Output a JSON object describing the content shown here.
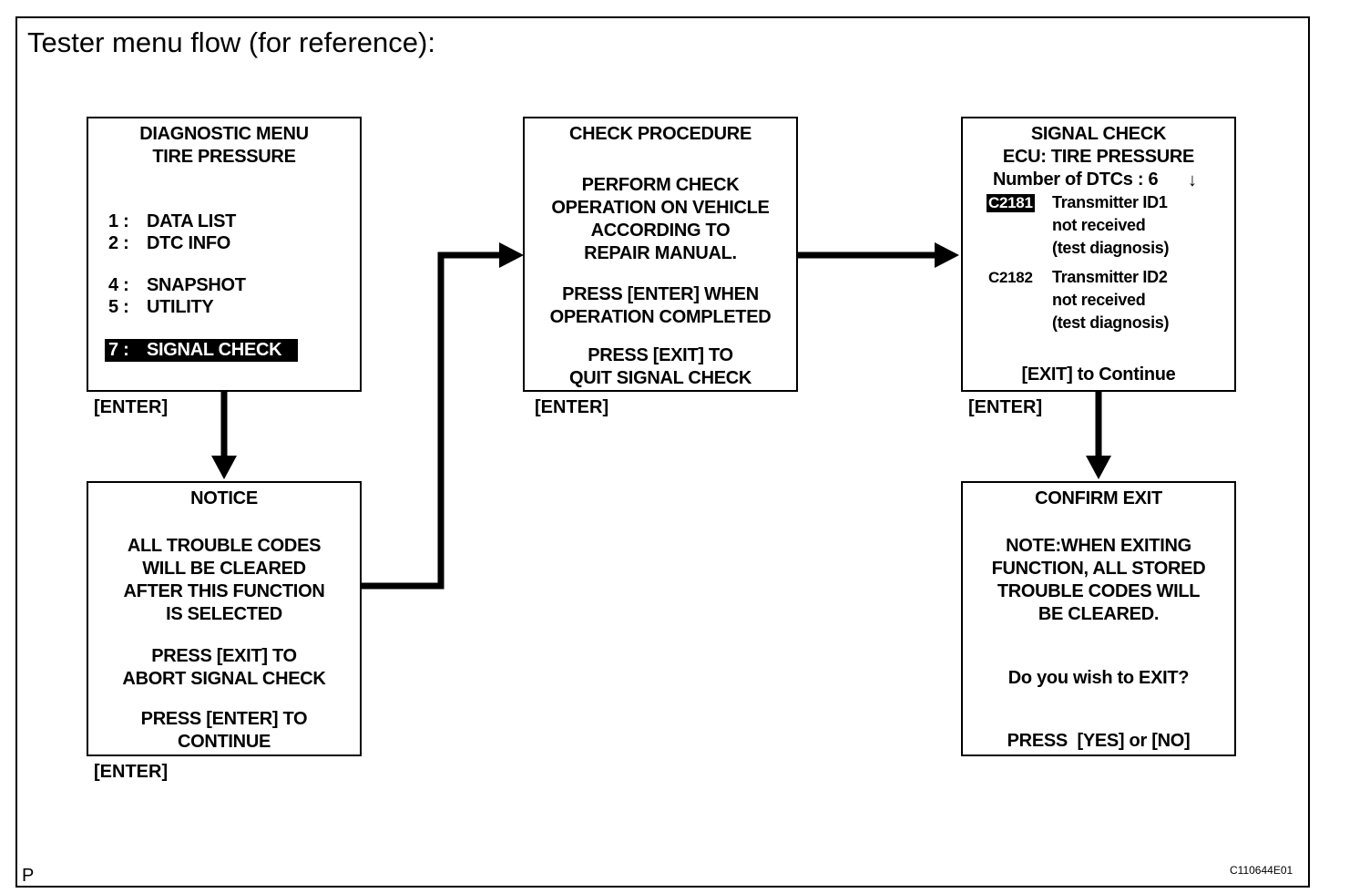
{
  "title": "Tester menu flow (for reference):",
  "screens": {
    "diagnostic_menu": {
      "title_line1": "DIAGNOSTIC MENU",
      "title_line2": "TIRE PRESSURE",
      "items": [
        {
          "num": "1 :",
          "label": "DATA LIST"
        },
        {
          "num": "2 :",
          "label": "DTC INFO"
        },
        {
          "num": "4 :",
          "label": "SNAPSHOT"
        },
        {
          "num": "5 :",
          "label": "UTILITY"
        }
      ],
      "selected": {
        "num": "7 :",
        "label": "SIGNAL CHECK"
      },
      "key": "[ENTER]"
    },
    "notice": {
      "title": "NOTICE",
      "lines1": [
        "ALL TROUBLE CODES",
        "WILL BE CLEARED",
        "AFTER THIS FUNCTION",
        "IS SELECTED"
      ],
      "lines2": [
        "PRESS [EXIT] TO",
        "ABORT SIGNAL CHECK"
      ],
      "lines3": [
        "PRESS [ENTER] TO",
        "CONTINUE"
      ],
      "key": "[ENTER]"
    },
    "check_procedure": {
      "title": "CHECK PROCEDURE",
      "lines1": [
        "PERFORM CHECK",
        "OPERATION ON VEHICLE",
        "ACCORDING TO",
        "REPAIR MANUAL."
      ],
      "lines2": [
        "PRESS [ENTER] WHEN",
        "OPERATION COMPLETED"
      ],
      "lines3": [
        "PRESS [EXIT] TO",
        "QUIT SIGNAL CHECK"
      ],
      "key": "[ENTER]"
    },
    "signal_check": {
      "title_line1": "SIGNAL CHECK",
      "title_line2": "ECU: TIRE PRESSURE",
      "title_line3": "Number of DTCs : 6",
      "arrow": "↓",
      "dtcs": [
        {
          "code": "C2181",
          "lines": [
            "Transmitter ID1",
            "not received",
            "(test diagnosis)"
          ]
        },
        {
          "code": "C2182",
          "lines": [
            "Transmitter ID2",
            "not received",
            "(test diagnosis)"
          ]
        }
      ],
      "footer": "[EXIT] to Continue",
      "key": "[ENTER]"
    },
    "confirm_exit": {
      "title": "CONFIRM EXIT",
      "lines1": [
        "NOTE:WHEN EXITING",
        "FUNCTION, ALL STORED",
        "TROUBLE CODES WILL",
        "BE CLEARED."
      ],
      "question": "Do you wish to EXIT?",
      "prompt": "PRESS  [YES] or [NO]"
    }
  },
  "corner_label": "P",
  "figure_id": "C110644E01"
}
